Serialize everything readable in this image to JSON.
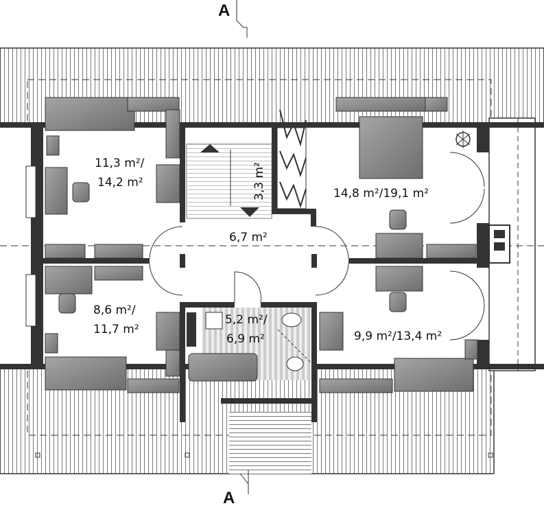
{
  "section_marks": {
    "top": "A",
    "bottom": "A"
  },
  "rooms": [
    {
      "id": "bedroom-nw",
      "area": "11,3 m²/",
      "area2": "14,2 m²"
    },
    {
      "id": "bedroom-sw",
      "area": "8,6 m²/",
      "area2": "11,7 m²"
    },
    {
      "id": "bedroom-ne",
      "area": "14,8 m²/19,1 m²"
    },
    {
      "id": "bedroom-se",
      "area": "9,9 m²/13,4 m²"
    },
    {
      "id": "hall",
      "area": "6,7 m²"
    },
    {
      "id": "stair",
      "area": "3,3 m²"
    },
    {
      "id": "bath",
      "area": "5,2 m²/",
      "area2": "6,9 m²"
    }
  ],
  "colors": {
    "wall": "#333333",
    "furniture": "#8a8a8a",
    "roof_line": "#555555",
    "floor": "#ffffff"
  }
}
